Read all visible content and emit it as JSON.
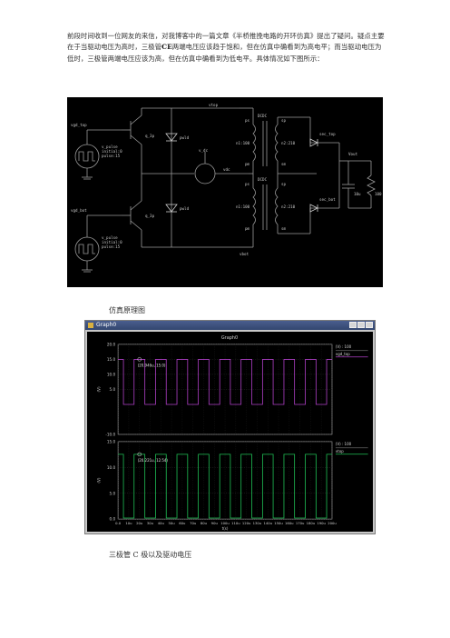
{
  "paragraph": {
    "part1": "前段时间收到一位网友的来信，对我博客中的一篇文章《半桥推挽电路的开环仿真》提出了疑问。疑点主要在于当驱动电压为高时，三极管",
    "em": "CE",
    "part2": "两端电压应该趋于饱和，但在仿真中确看到为高电平；而当驱动电压为低时，三极管两端电压应该为高，但在仿真中确看到为低电平。具体情况如下图所示："
  },
  "captions": {
    "schematic": "仿真原理图",
    "graph": "三极管 C 极以及驱动电压"
  },
  "schematic": {
    "labels": {
      "vgd_top": "vgd_top",
      "vpulse_top": "v_pulse",
      "vpulse_top_init": "initial:0",
      "vpulse_top_pulse": "pulse:15",
      "q_top": "q_3p",
      "vgd_bot": "vgd_bot",
      "vpulse_bot": "v_pulse",
      "vpulse_bot_init": "initial:0",
      "vpulse_bot_pulse": "pulse:15",
      "q_bot": "q_3p",
      "d_top": "pwld",
      "d_bot": "pwld",
      "vdc": "v_dc",
      "vtop": "vtop",
      "vbot": "vbot",
      "vmid": "vdc",
      "ps1": "ps",
      "pm1": "pm",
      "ss1": "sp",
      "sm1": "sm",
      "np1": "n1:100",
      "ns1": "n2:210",
      "ps2": "ps",
      "pm2": "pm",
      "ss2": "sp",
      "sm2": "sm",
      "np2": "n1:100",
      "ns2": "n2:210",
      "xf1": "DCDC",
      "xf2": "DCDC",
      "dout_top": "sec_top",
      "dout_bot": "sec_bot",
      "vout": "Vout",
      "cap": "10u",
      "res": "100"
    }
  },
  "graph": {
    "window_title": "Graph0",
    "inner_title": "Graph0",
    "panel_top": {
      "legend_unit": "(V) : 100",
      "legend_name": "vgd_top",
      "yticks": [
        "20.0",
        "15.0",
        "10.0",
        "5.0",
        "-10.0"
      ],
      "ylabel": "(V)",
      "annotation": "(20.946u, 15.0)"
    },
    "panel_bottom": {
      "legend_unit": "(V) : 100",
      "legend_name": "vtop",
      "yticks": [
        "15.0",
        "10.0",
        "5.0",
        "0.0"
      ],
      "ylabel": "(V)",
      "annotation": "(20.221u, 12.54)"
    },
    "xticks": [
      "0.0",
      "10u",
      "20u",
      "30u",
      "40u",
      "50u",
      "60u",
      "70u",
      "80u",
      "90u",
      "100u",
      "110u",
      "120u",
      "130u",
      "140u",
      "150u",
      "160u",
      "170u",
      "180u",
      "190u",
      "200u"
    ],
    "xunit": "t(s)"
  },
  "chart_data": [
    {
      "type": "line",
      "title": "Graph0",
      "series": [
        {
          "name": "vgd_top",
          "x": [
            0,
            5,
            5,
            15,
            15,
            25,
            25,
            35,
            35,
            45,
            45,
            55,
            55,
            65,
            65,
            75,
            75,
            85,
            85,
            95,
            95,
            105,
            105,
            115,
            115,
            125,
            125,
            135,
            135,
            145,
            145,
            155,
            155,
            165,
            165,
            175,
            175,
            185,
            185,
            195,
            195,
            200
          ],
          "y": [
            15,
            15,
            0,
            0,
            15,
            15,
            0,
            0,
            15,
            15,
            0,
            0,
            15,
            15,
            0,
            0,
            15,
            15,
            0,
            0,
            15,
            15,
            0,
            0,
            15,
            15,
            0,
            0,
            15,
            15,
            0,
            0,
            15,
            15,
            0,
            0,
            15,
            15,
            0,
            0,
            15,
            15
          ]
        }
      ],
      "xlabel": "t(s)",
      "ylabel": "(V)",
      "xunit": "us",
      "xlim": [
        0,
        200
      ],
      "ylim": [
        -10,
        20
      ],
      "annotation": "(20.946u, 15.0)"
    },
    {
      "type": "line",
      "title": "",
      "series": [
        {
          "name": "vtop",
          "x": [
            0,
            5,
            5,
            15,
            15,
            25,
            25,
            35,
            35,
            45,
            45,
            55,
            55,
            65,
            65,
            75,
            75,
            85,
            85,
            95,
            95,
            105,
            105,
            115,
            115,
            125,
            125,
            135,
            135,
            145,
            145,
            155,
            155,
            165,
            165,
            175,
            175,
            185,
            185,
            195,
            195,
            200
          ],
          "y": [
            12.54,
            12.54,
            0.2,
            0.2,
            12.54,
            12.54,
            0.2,
            0.2,
            12.54,
            12.54,
            0.2,
            0.2,
            12.54,
            12.54,
            0.2,
            0.2,
            12.54,
            12.54,
            0.2,
            0.2,
            12.54,
            12.54,
            0.2,
            0.2,
            12.54,
            12.54,
            0.2,
            0.2,
            12.54,
            12.54,
            0.2,
            0.2,
            12.54,
            12.54,
            0.2,
            0.2,
            12.54,
            12.54,
            0.2,
            0.2,
            12.54,
            12.54
          ]
        }
      ],
      "xlabel": "t(s)",
      "ylabel": "(V)",
      "xunit": "us",
      "xlim": [
        0,
        200
      ],
      "ylim": [
        0,
        15
      ],
      "annotation": "(20.221u, 12.54)"
    }
  ]
}
